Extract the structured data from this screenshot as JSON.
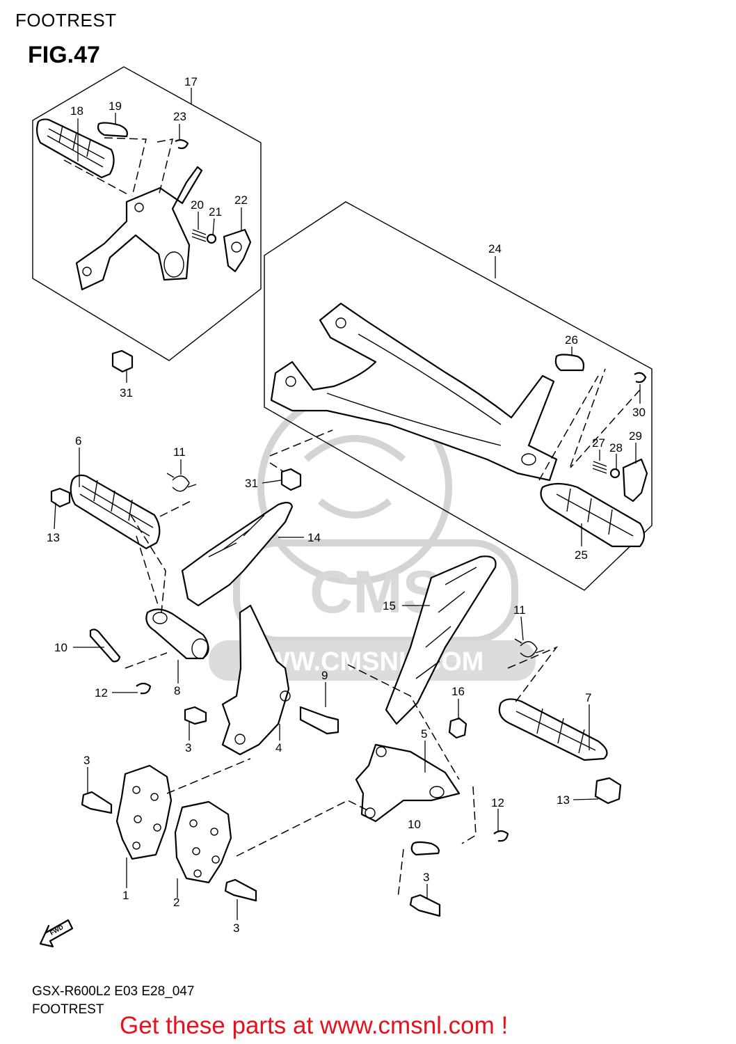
{
  "page_header": "FOOTREST",
  "figure_title": "FIG.47",
  "footer": {
    "model_code": "GSX-R600L2 E03 E28_047",
    "section": "FOOTREST"
  },
  "promo_text": "Get these parts at www.cmsnl.com !",
  "fwd_arrow_label": "FWD",
  "watermark": {
    "brand": "CMS",
    "url": "WWW.CMSNL.COM"
  },
  "colors": {
    "promo": "#e8101a",
    "lines": "#000000",
    "watermark": "#d4d4d4"
  },
  "callouts": [
    {
      "id": "c17",
      "text": "17"
    },
    {
      "id": "c18",
      "text": "18"
    },
    {
      "id": "c19",
      "text": "19"
    },
    {
      "id": "c23",
      "text": "23"
    },
    {
      "id": "c20",
      "text": "20"
    },
    {
      "id": "c21",
      "text": "21"
    },
    {
      "id": "c22",
      "text": "22"
    },
    {
      "id": "c31a",
      "text": "31"
    },
    {
      "id": "c24",
      "text": "24"
    },
    {
      "id": "c26",
      "text": "26"
    },
    {
      "id": "c30",
      "text": "30"
    },
    {
      "id": "c27",
      "text": "27"
    },
    {
      "id": "c28",
      "text": "28"
    },
    {
      "id": "c29",
      "text": "29"
    },
    {
      "id": "c31b",
      "text": "31"
    },
    {
      "id": "c25",
      "text": "25"
    },
    {
      "id": "c6",
      "text": "6"
    },
    {
      "id": "c11a",
      "text": "11"
    },
    {
      "id": "c13a",
      "text": "13"
    },
    {
      "id": "c14",
      "text": "14"
    },
    {
      "id": "c15",
      "text": "15"
    },
    {
      "id": "c11b",
      "text": "11"
    },
    {
      "id": "c10a",
      "text": "10"
    },
    {
      "id": "c8",
      "text": "8"
    },
    {
      "id": "c12a",
      "text": "12"
    },
    {
      "id": "c9",
      "text": "9"
    },
    {
      "id": "c16",
      "text": "16"
    },
    {
      "id": "c7",
      "text": "7"
    },
    {
      "id": "c3a",
      "text": "3"
    },
    {
      "id": "c4",
      "text": "4"
    },
    {
      "id": "c5",
      "text": "5"
    },
    {
      "id": "c3b",
      "text": "3"
    },
    {
      "id": "c13b",
      "text": "13"
    },
    {
      "id": "c12b",
      "text": "12"
    },
    {
      "id": "c10b",
      "text": "10"
    },
    {
      "id": "c1",
      "text": "1"
    },
    {
      "id": "c2",
      "text": "2"
    },
    {
      "id": "c3c",
      "text": "3"
    },
    {
      "id": "c3d",
      "text": "3"
    }
  ]
}
